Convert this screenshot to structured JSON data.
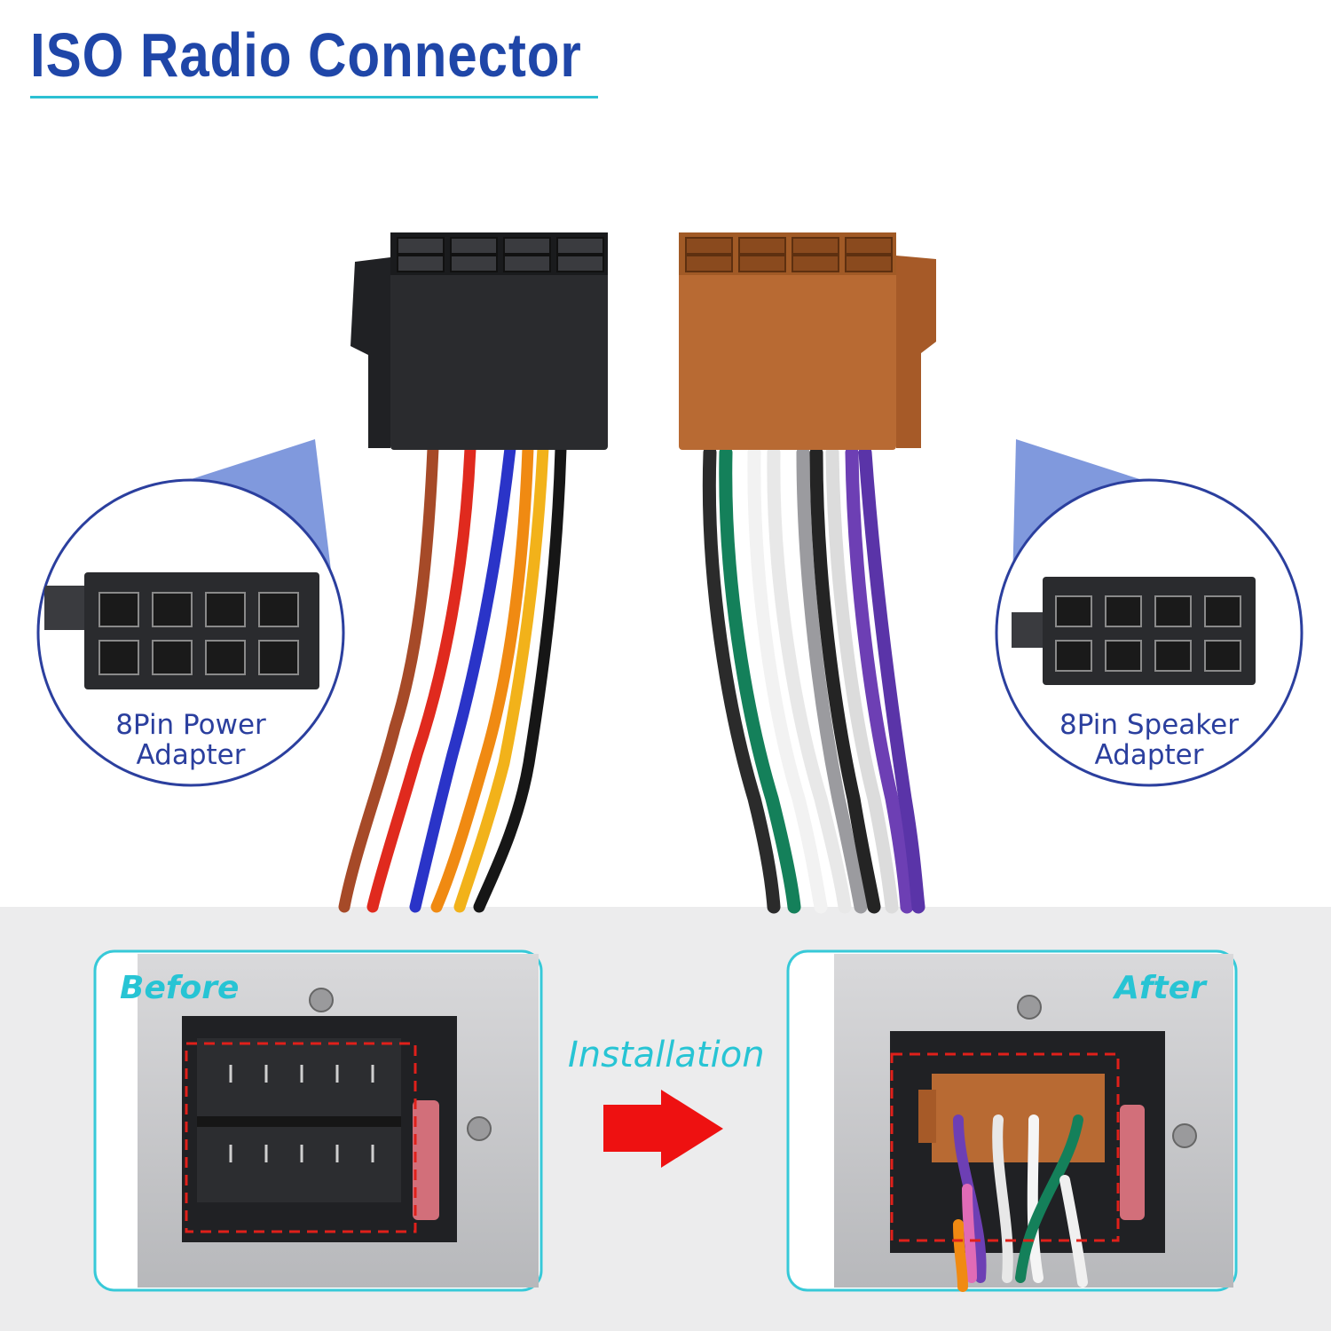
{
  "title": "ISO Radio Connector",
  "callouts": {
    "power": {
      "line1": "8Pin Power",
      "line2": "Adapter"
    },
    "speaker": {
      "line1": "8Pin Speaker",
      "line2": "Adapter"
    }
  },
  "install": {
    "before_label": "Before",
    "after_label": "After",
    "action_label": "Installation"
  },
  "colors": {
    "title": "#1f46a8",
    "title_rule": "#2cc0d3",
    "callout_ring": "#2b3f9e",
    "callout_pointer": "#7f96de",
    "callout_text": "#2b3f9e",
    "panel_border": "#37c9d8",
    "tag_text": "#27c4d4",
    "arrow": "#ee1111",
    "band": "#ececed",
    "power_connector": "#2a2b2e",
    "speaker_connector": "#b86a33"
  },
  "wires": {
    "power": [
      "brown",
      "red",
      "blue",
      "orange",
      "yellow",
      "black"
    ],
    "speaker": [
      "green",
      "white",
      "gray",
      "black",
      "purple"
    ]
  }
}
